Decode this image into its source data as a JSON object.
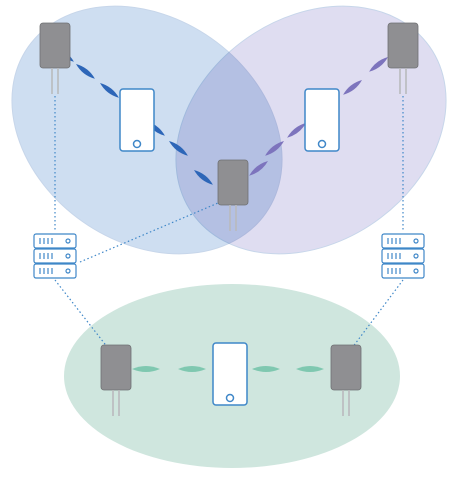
{
  "colors": {
    "background": "#ffffff",
    "zone_left_fill": "#c5d8ee",
    "zone_right_fill": "#d9d7ee",
    "zone_bottom_fill": "#cfe6de",
    "zone_stroke": "#c7d6ea",
    "access_point": "#8f8f92",
    "access_point_stroke": "#6f7073",
    "antenna": "#b9babd",
    "device_outline": "#3f87c8",
    "device_fill": "#ffffff",
    "server_outline": "#3f87c8",
    "link_dotted": "#3f87c8",
    "signal_blue": "#2d66b8",
    "signal_purple": "#7d74bd",
    "signal_green": "#7fc8b0"
  },
  "zones": [
    {
      "id": "left",
      "shape": "ellipse"
    },
    {
      "id": "right",
      "shape": "ellipse"
    },
    {
      "id": "bottom",
      "shape": "ellipse"
    }
  ],
  "nodes": {
    "access_points": [
      "ap-top-left",
      "ap-top-right",
      "ap-center",
      "ap-bottom-left",
      "ap-bottom-right"
    ],
    "devices": [
      "phone-left",
      "phone-right",
      "phone-bottom"
    ],
    "servers": [
      "server-left",
      "server-right"
    ]
  },
  "icons": {
    "access_point": "access-point-icon",
    "phone": "smartphone-icon",
    "server": "server-rack-icon"
  }
}
